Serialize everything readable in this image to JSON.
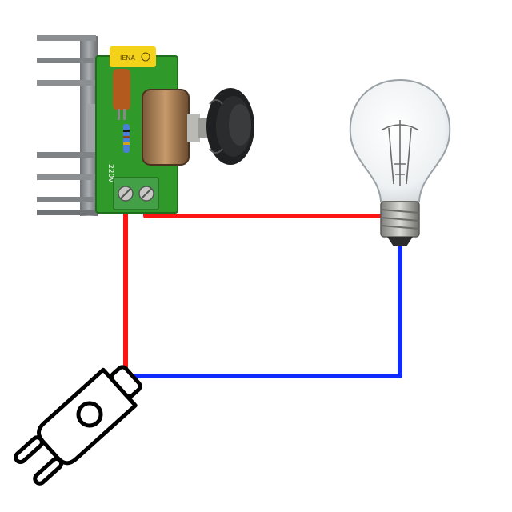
{
  "colors": {
    "background": "#ffffff",
    "live_wire": "#ff1414",
    "neutral_wire": "#0f2bff",
    "pcb_green": "#2f9a2a",
    "heatsink_gray": "#8b8f92",
    "terminal_green": "#43a047",
    "capacitor_yellow": "#f5d21a",
    "knob_black": "#1f2022",
    "bulb_glass": "#eef1f3",
    "bulb_base": "#b8b8b4",
    "plug_outline": "#000000"
  },
  "components": {
    "dimmer_module": {
      "icon": "dimmer-module-icon",
      "voltage_label": "220V",
      "capacitor_label": "IENA"
    },
    "light_bulb": {
      "icon": "light-bulb-icon"
    },
    "power_plug": {
      "icon": "power-plug-icon"
    }
  },
  "wires": [
    {
      "name": "live-wire-plug-to-dimmer",
      "color_key": "live_wire"
    },
    {
      "name": "live-wire-dimmer-to-bulb",
      "color_key": "live_wire"
    },
    {
      "name": "neutral-wire-plug-to-bulb",
      "color_key": "neutral_wire"
    }
  ]
}
